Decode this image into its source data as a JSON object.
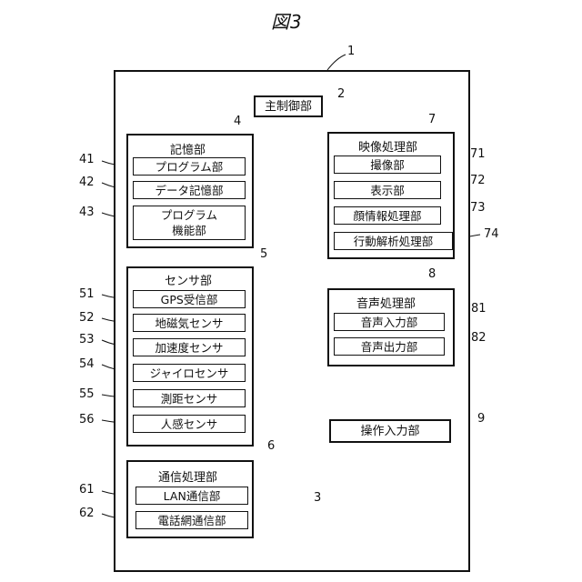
{
  "figure_title": "図3",
  "device_number": "1",
  "main_control": {
    "label": "主制御部",
    "number": "2"
  },
  "bus_number": "3",
  "storage": {
    "title": "記憶部",
    "number": "4",
    "items": [
      {
        "label": "プログラム部",
        "number": "41"
      },
      {
        "label": "データ記憶部",
        "number": "42"
      },
      {
        "label": "プログラム\n機能部",
        "number": "43"
      }
    ]
  },
  "sensor": {
    "title": "センサ部",
    "number": "5",
    "items": [
      {
        "label": "GPS受信部",
        "number": "51"
      },
      {
        "label": "地磁気センサ",
        "number": "52"
      },
      {
        "label": "加速度センサ",
        "number": "53"
      },
      {
        "label": "ジャイロセンサ",
        "number": "54"
      },
      {
        "label": "測距センサ",
        "number": "55"
      },
      {
        "label": "人感センサ",
        "number": "56"
      }
    ]
  },
  "comm": {
    "title": "通信処理部",
    "number": "6",
    "items": [
      {
        "label": "LAN通信部",
        "number": "61"
      },
      {
        "label": "電話網通信部",
        "number": "62"
      }
    ]
  },
  "video": {
    "title": "映像処理部",
    "number": "7",
    "items": [
      {
        "label": "撮像部",
        "number": "71"
      },
      {
        "label": "表示部",
        "number": "72"
      },
      {
        "label": "顔情報処理部",
        "number": "73"
      },
      {
        "label": "行動解析処理部",
        "number": "74"
      }
    ]
  },
  "audio": {
    "title": "音声処理部",
    "number": "8",
    "items": [
      {
        "label": "音声入力部",
        "number": "81"
      },
      {
        "label": "音声出力部",
        "number": "82"
      }
    ]
  },
  "operation_input": {
    "label": "操作入力部",
    "number": "9"
  }
}
